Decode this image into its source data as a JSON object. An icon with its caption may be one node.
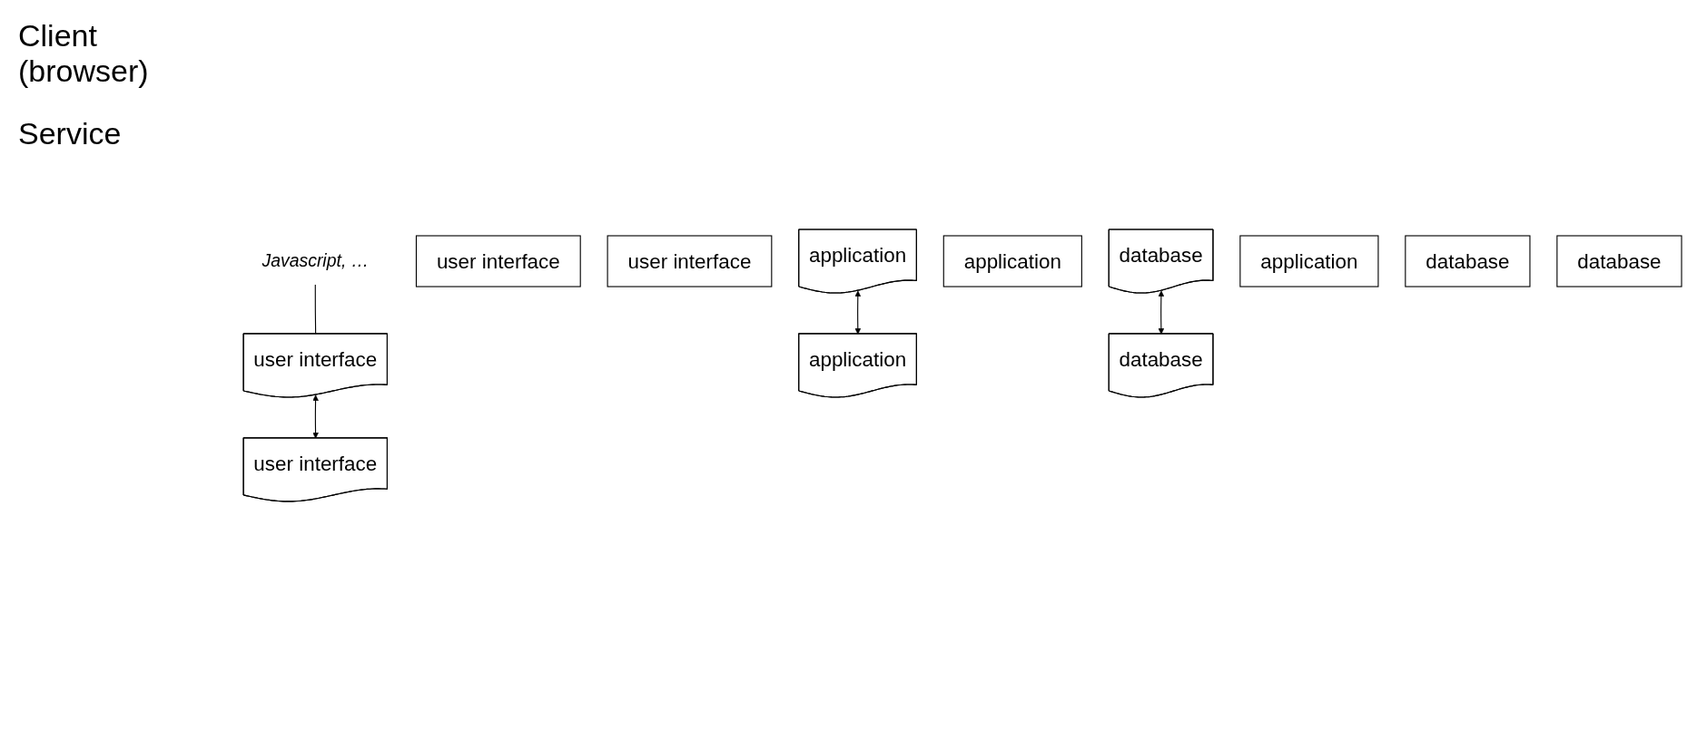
{
  "diagram": {
    "nodes": [
      {
        "text": [
          "user interface"
        ]
      },
      {
        "text": [
          "Javascript, …"
        ]
      },
      {
        "text": [
          "user interface"
        ]
      },
      {
        "text": [
          "user interface"
        ]
      },
      {
        "text": [
          "application"
        ]
      },
      {
        "text": [
          "application"
        ]
      },
      {
        "text": [
          "database"
        ]
      },
      {
        "text": [
          "user interface"
        ]
      },
      {
        "text": [
          "application"
        ]
      },
      {
        "text": [
          "application"
        ]
      },
      {
        "text": [
          "database"
        ]
      },
      {
        "text": [
          "database"
        ]
      },
      {
        "text": [
          "database"
        ]
      }
    ],
    "edges": [
      {
        "from": 1,
        "to": 0,
        "arrow": "none"
      },
      {
        "from": 0,
        "to": 7,
        "arrow": "both"
      },
      {
        "from": 4,
        "to": 9,
        "arrow": "both"
      },
      {
        "from": 6,
        "to": 12,
        "arrow": "both"
      }
    ],
    "labels": [
      "Client (browser)",
      "Service"
    ]
  }
}
